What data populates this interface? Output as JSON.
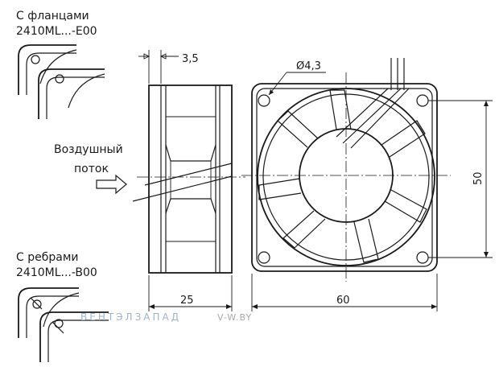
{
  "labels": {
    "flange_title": "С фланцами",
    "flange_model": "2410ML...-E00",
    "airflow_line1": "Воздушный",
    "airflow_line2": "поток",
    "ribs_title": "С ребрами",
    "ribs_model": "2410ML...-B00"
  },
  "dimensions": {
    "depth_step": "3,5",
    "hole_diameter": "Ø4,3",
    "height": "50",
    "depth": "25",
    "width": "60"
  },
  "watermark": {
    "brand": "ВЕНТЭЛЗАПАД",
    "domain": "V-W.BY",
    "brand_color": "#9fb4cc",
    "domain_color": "#a8a8a8"
  }
}
